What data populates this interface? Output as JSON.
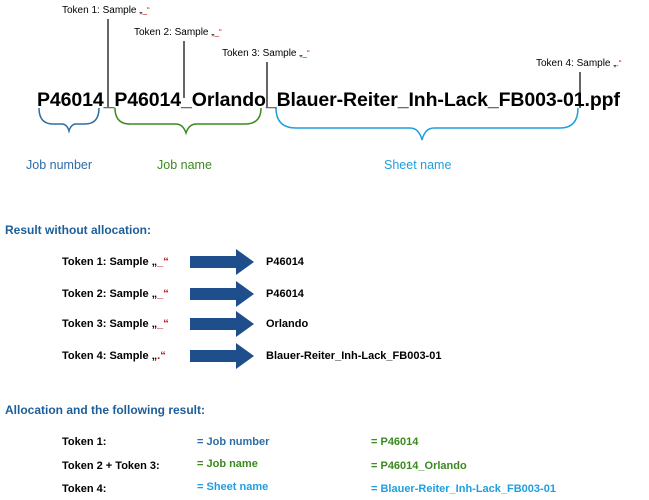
{
  "tokens_top": [
    {
      "label": "Token 1: Sample „",
      "quote": "_“"
    },
    {
      "label": "Token 2: Sample „",
      "quote": "_“"
    },
    {
      "label": "Token 3: Sample „",
      "quote": "_“"
    },
    {
      "label": "Token 4: Sample „",
      "quote": ".“"
    }
  ],
  "filename": {
    "part1": "P46014",
    "sep1": "_",
    "part2": "P46014_Orlando",
    "sep2": "_",
    "part3": "Blauer-Reiter_Inh-Lack_FB003-01",
    "sep3": ".",
    "part4": "ppf"
  },
  "groups": {
    "job_number": "Job number",
    "job_name": "Job name",
    "sheet_name": "Sheet name"
  },
  "colors": {
    "job_number": "#2e6da4",
    "job_name": "#3a8a1e",
    "sheet_name": "#1f9fdf",
    "arrow": "#1f4e8c",
    "section_title": "#1c5e99"
  },
  "without_allocation": {
    "title": "Result without allocation:",
    "rows": [
      {
        "label": "Token 1: Sample „",
        "quote": "_“",
        "value": "P46014"
      },
      {
        "label": "Token 2: Sample „",
        "quote": "_“",
        "value": "P46014"
      },
      {
        "label": "Token 3: Sample „",
        "quote": "_“",
        "value": "Orlando"
      },
      {
        "label": "Token 4: Sample „",
        "quote": ".“",
        "value": "Blauer-Reiter_Inh-Lack_FB003-01"
      }
    ]
  },
  "allocation": {
    "title": "Allocation and the following result:",
    "rows": [
      {
        "token": "Token 1:",
        "assign": "= Job number",
        "result": "= P46014"
      },
      {
        "token": "Token 2 + Token 3:",
        "assign": "= Job name",
        "result": "= P46014_Orlando"
      },
      {
        "token": "Token 4:",
        "assign": "= Sheet name",
        "result": "= Blauer-Reiter_Inh-Lack_FB003-01"
      }
    ]
  }
}
